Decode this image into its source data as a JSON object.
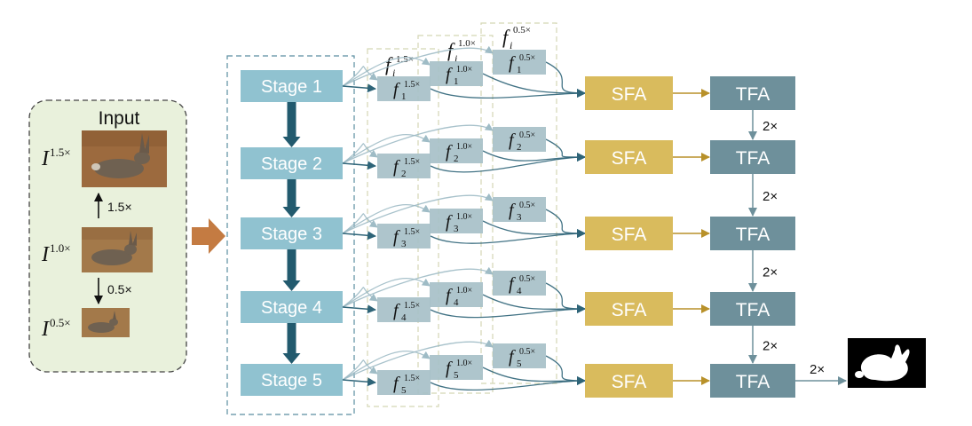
{
  "input": {
    "title": "Input",
    "scale_up_label": "1.5×",
    "scale_down_label": "0.5×",
    "images": [
      {
        "symbol": "I",
        "scale": "1.5×"
      },
      {
        "symbol": "I",
        "scale": "1.0×"
      },
      {
        "symbol": "I",
        "scale": "0.5×"
      }
    ]
  },
  "stages": [
    "Stage 1",
    "Stage 2",
    "Stage 3",
    "Stage 4",
    "Stage 5"
  ],
  "feature_headers": [
    {
      "symbol": "f",
      "sub": "i",
      "scale": "1.5×"
    },
    {
      "symbol": "f",
      "sub": "i",
      "scale": "1.0×"
    },
    {
      "symbol": "f",
      "sub": "i",
      "scale": "0.5×"
    }
  ],
  "features": {
    "symbol": "f",
    "scales": [
      "1.5×",
      "1.0×",
      "0.5×"
    ],
    "indices": [
      "1",
      "2",
      "3",
      "4",
      "5"
    ]
  },
  "sfa_label": "SFA",
  "tfa_label": "TFA",
  "upsample_labels": [
    "2×",
    "2×",
    "2×",
    "2×",
    "2×"
  ],
  "colors": {
    "stage": "#90c2d0",
    "stage_arrow": "#225a6e",
    "feature": "#a7c0c8",
    "sfa": "#d9bb5d",
    "tfa": "#6e909b",
    "input_panel": "#e9f1dc",
    "big_arrow": "#c47b42",
    "connector": "#2e6478",
    "sfa_to_tfa": "#b8912a"
  }
}
